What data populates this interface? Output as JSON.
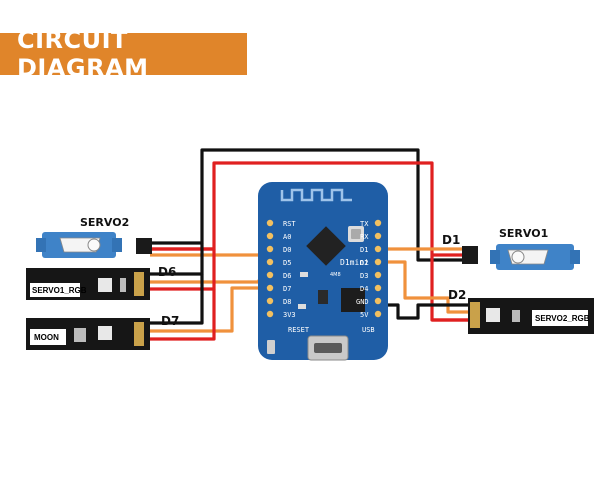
{
  "title": "CIRCUIT DIAGRAM",
  "labels": {
    "servo2": "SERVO2",
    "servo1": "SERVO1",
    "servo1_rgb": "SERVO1_RGB",
    "servo2_rgb": "SERVO2_RGB",
    "moon": "MOON",
    "d6": "D6",
    "d7": "D7",
    "d1": "D1",
    "d2": "D2"
  },
  "board": {
    "name": "D1mini",
    "reset": "RESET",
    "usb": "USB",
    "left_pins": [
      "RST",
      "A0",
      "D0",
      "D5",
      "D6",
      "D7",
      "D8",
      "3V3"
    ],
    "right_pins": [
      "TX",
      "RX",
      "D1",
      "D2",
      "D3",
      "D4",
      "GND",
      "5V"
    ],
    "marking": "4M8"
  },
  "colors": {
    "banner": "#e0852a",
    "board": "#1f5ea6",
    "wire_red": "#e02020",
    "wire_black": "#111111",
    "wire_orange": "#f0913c",
    "servo_body": "#3f83c8",
    "strip": "#161616"
  }
}
